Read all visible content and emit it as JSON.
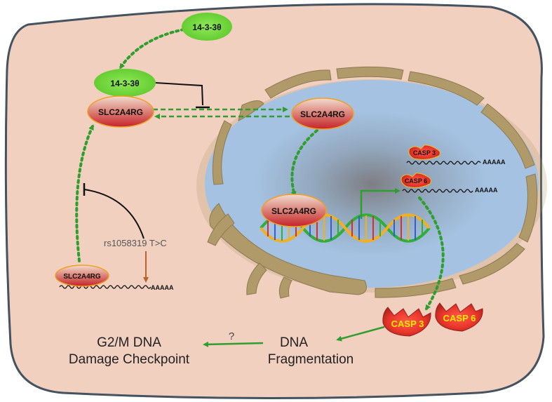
{
  "labels": {
    "protein_1433_top": "14-3-3θ",
    "protein_1433_bound": "14-3-3θ",
    "slc_cyto": "SLC2A4RG",
    "slc_nuc": "SLC2A4RG",
    "slc_dna": "SLC2A4RG",
    "slc_mrna": "SLC2A4RG",
    "snp": "rs1058319 T>C",
    "polyA_slc": "AAAAA",
    "casp3_mrna": "CASP 3",
    "polyA_casp3": "AAAAA",
    "casp6_mrna": "CASP 6",
    "polyA_casp6": "AAAAA",
    "casp3_protein": "CASP 3",
    "casp6_protein": "CASP 6",
    "dna_frag_1": "DNA",
    "dna_frag_2": "Fragmentation",
    "g2m_1": "G2/M DNA",
    "g2m_2": "Damage Checkpoint",
    "question": "?"
  },
  "colors": {
    "cytoplasm": "#f2d0c0",
    "cell_border": "#45525f",
    "nucleus": "#a5c2e2",
    "envelope": "#b09a6a",
    "protein_green": "#77d93a",
    "arrow_green": "#2f9e2f",
    "snp_arrow": "#b7652a",
    "casp_red": "#e8342a",
    "casp_text": "#ffe900"
  }
}
